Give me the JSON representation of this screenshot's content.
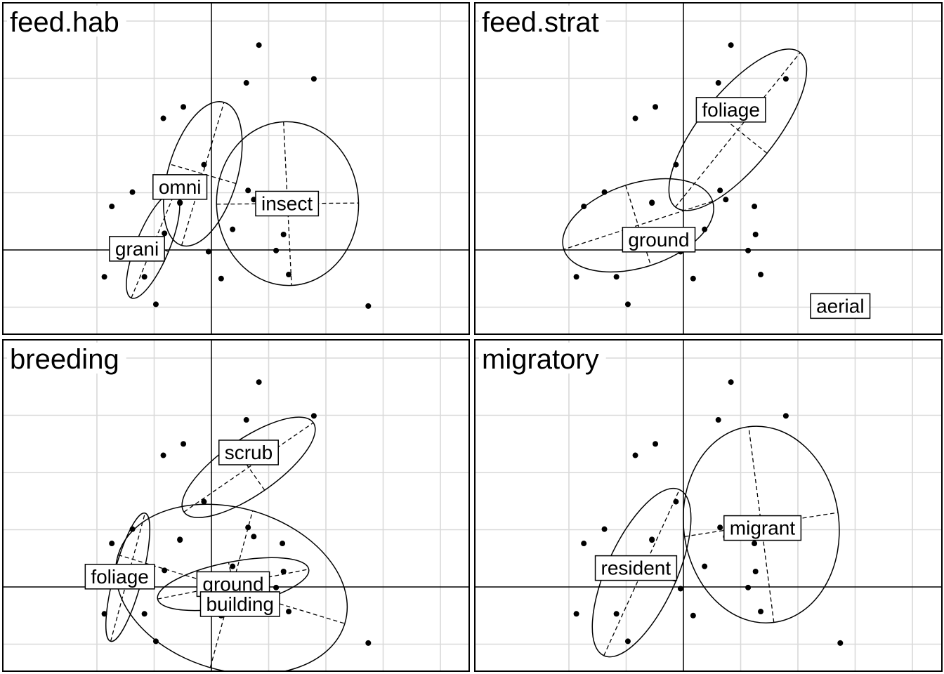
{
  "chart_data": [
    {
      "type": "scatter",
      "title": "feed.hab",
      "points": [
        [
          0.83,
          3.58
        ],
        [
          0.61,
          2.92
        ],
        [
          1.79,
          2.99
        ],
        [
          -0.49,
          2.5
        ],
        [
          -0.84,
          2.3
        ],
        [
          -0.13,
          1.49
        ],
        [
          -1.38,
          1.01
        ],
        [
          -0.55,
          0.83
        ],
        [
          0.64,
          1.04
        ],
        [
          0.74,
          0.88
        ],
        [
          -1.74,
          0.76
        ],
        [
          -0.55,
          0.82
        ],
        [
          1.24,
          0.76
        ],
        [
          1.26,
          0.27
        ],
        [
          0.37,
          0.36
        ],
        [
          -0.82,
          0.29
        ],
        [
          -0.05,
          -0.03
        ],
        [
          1.13,
          -0.01
        ],
        [
          -1.87,
          -0.47
        ],
        [
          -1.17,
          -0.47
        ],
        [
          0.17,
          -0.5
        ],
        [
          1.35,
          -0.43
        ],
        [
          -0.97,
          -0.95
        ],
        [
          2.74,
          -0.98
        ]
      ],
      "groups": [
        {
          "label": "omni",
          "center": [
            -0.15,
            1.33
          ],
          "axes": [
            [
              0.37,
              1.25
            ],
            [
              -0.58,
              0.17
            ]
          ],
          "label_at": [
            -0.55,
            1.1
          ]
        },
        {
          "label": "insect",
          "center": [
            1.33,
            0.81
          ],
          "axes": [
            [
              0.07,
              -1.43
            ],
            [
              1.24,
              0.01
            ]
          ],
          "label_at": [
            1.32,
            0.81
          ]
        },
        {
          "label": "grani",
          "center": [
            -1.02,
            0.08
          ],
          "axes": [
            [
              0.38,
              0.92
            ],
            [
              -0.27,
              0.11
            ]
          ],
          "label_at": [
            -1.3,
            0.02
          ]
        }
      ]
    },
    {
      "type": "scatter",
      "title": "feed.strat",
      "points": [
        [
          0.83,
          3.58
        ],
        [
          0.61,
          2.92
        ],
        [
          1.79,
          2.99
        ],
        [
          -0.49,
          2.5
        ],
        [
          -0.84,
          2.3
        ],
        [
          -0.13,
          1.49
        ],
        [
          -1.38,
          1.01
        ],
        [
          -0.55,
          0.83
        ],
        [
          0.64,
          1.04
        ],
        [
          0.74,
          0.88
        ],
        [
          -1.74,
          0.76
        ],
        [
          -0.55,
          0.82
        ],
        [
          1.24,
          0.76
        ],
        [
          1.26,
          0.27
        ],
        [
          0.37,
          0.36
        ],
        [
          -0.82,
          0.29
        ],
        [
          -0.05,
          -0.03
        ],
        [
          1.13,
          -0.01
        ],
        [
          -1.87,
          -0.47
        ],
        [
          -1.17,
          -0.47
        ],
        [
          0.17,
          -0.5
        ],
        [
          1.35,
          -0.43
        ],
        [
          -0.97,
          -0.95
        ],
        [
          2.74,
          -0.98
        ]
      ],
      "groups": [
        {
          "label": "foliage",
          "center": [
            0.95,
            2.1
          ],
          "axes": [
            [
              1.09,
              1.35
            ],
            [
              -0.51,
              0.41
            ]
          ],
          "label_at": [
            0.83,
            2.45
          ]
        },
        {
          "label": "ground",
          "center": [
            -0.79,
            0.43
          ],
          "axes": [
            [
              -1.3,
              -0.42
            ],
            [
              0.22,
              -0.7
            ]
          ],
          "label_at": [
            -0.43,
            0.18
          ]
        },
        {
          "label": "aerial",
          "center": [
            2.74,
            -0.98
          ],
          "axes": [
            [
              0,
              0
            ],
            [
              0,
              0
            ]
          ],
          "label_at": [
            2.74,
            -0.98
          ]
        }
      ]
    },
    {
      "type": "scatter",
      "title": "breeding",
      "points": [
        [
          0.83,
          3.58
        ],
        [
          0.61,
          2.92
        ],
        [
          1.79,
          2.99
        ],
        [
          -0.49,
          2.5
        ],
        [
          -0.84,
          2.3
        ],
        [
          -0.13,
          1.49
        ],
        [
          -1.38,
          1.01
        ],
        [
          -0.55,
          0.83
        ],
        [
          0.64,
          1.04
        ],
        [
          0.74,
          0.88
        ],
        [
          -1.74,
          0.76
        ],
        [
          -0.55,
          0.82
        ],
        [
          1.24,
          0.76
        ],
        [
          1.26,
          0.27
        ],
        [
          0.37,
          0.36
        ],
        [
          -0.82,
          0.29
        ],
        [
          -0.05,
          -0.03
        ],
        [
          1.13,
          -0.01
        ],
        [
          -1.87,
          -0.47
        ],
        [
          -1.17,
          -0.47
        ],
        [
          0.17,
          -0.5
        ],
        [
          1.35,
          -0.43
        ],
        [
          -0.97,
          -0.95
        ],
        [
          2.74,
          -0.98
        ]
      ],
      "groups": [
        {
          "label": "scrub",
          "center": [
            0.65,
            2.09
          ],
          "axes": [
            [
              1.13,
              0.78
            ],
            [
              -0.28,
              0.4
            ]
          ],
          "label_at": [
            0.65,
            2.35
          ]
        },
        {
          "label": "foliage",
          "center": [
            -1.46,
            0.17
          ],
          "axes": [
            [
              0.3,
              1.12
            ],
            [
              -0.24,
              0.06
            ]
          ],
          "label_at": [
            -1.6,
            0.18
          ]
        },
        {
          "label": "ground",
          "center": [
            0.38,
            0.05
          ],
          "axes": [
            [
              1.32,
              0.26
            ],
            [
              -0.08,
              0.38
            ]
          ],
          "label_at": [
            0.38,
            0.05
          ]
        },
        {
          "label": "building",
          "center": [
            0.35,
            -0.04
          ],
          "axes": [
            [
              1.98,
              -0.6
            ],
            [
              0.37,
              1.37
            ]
          ],
          "label_at": [
            0.5,
            -0.3
          ]
        }
      ]
    },
    {
      "type": "scatter",
      "title": "migratory",
      "points": [
        [
          0.83,
          3.58
        ],
        [
          0.61,
          2.92
        ],
        [
          1.79,
          2.99
        ],
        [
          -0.49,
          2.5
        ],
        [
          -0.84,
          2.3
        ],
        [
          -0.13,
          1.49
        ],
        [
          -1.38,
          1.01
        ],
        [
          -0.55,
          0.83
        ],
        [
          0.64,
          1.04
        ],
        [
          0.74,
          0.88
        ],
        [
          -1.74,
          0.76
        ],
        [
          -0.55,
          0.82
        ],
        [
          1.24,
          0.76
        ],
        [
          1.26,
          0.27
        ],
        [
          0.37,
          0.36
        ],
        [
          -0.82,
          0.29
        ],
        [
          -0.05,
          -0.03
        ],
        [
          1.13,
          -0.01
        ],
        [
          -1.87,
          -0.47
        ],
        [
          -1.17,
          -0.47
        ],
        [
          0.17,
          -0.5
        ],
        [
          1.35,
          -0.43
        ],
        [
          -0.97,
          -0.95
        ],
        [
          2.74,
          -0.98
        ]
      ],
      "groups": [
        {
          "label": "migrant",
          "center": [
            1.36,
            1.09
          ],
          "axes": [
            [
              -0.22,
              1.71
            ],
            [
              1.34,
              0.21
            ]
          ],
          "label_at": [
            1.38,
            1.03
          ]
        },
        {
          "label": "resident",
          "center": [
            -0.73,
            0.25
          ],
          "axes": [
            [
              0.66,
              1.45
            ],
            [
              -0.59,
              0.15
            ]
          ],
          "label_at": [
            -0.83,
            0.33
          ]
        }
      ]
    }
  ]
}
